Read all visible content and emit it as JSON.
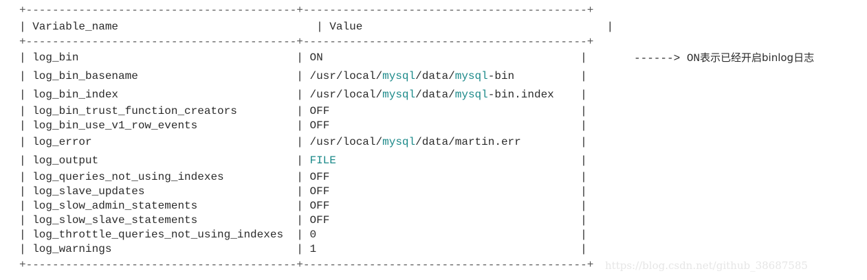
{
  "table": {
    "border_top": "+-----------------------------------------+-------------------------------------------+",
    "border_header": "+-----------------------------------------+-------------------------------------------+",
    "border_bottom": "+-----------------------------------------+-------------------------------------------+",
    "header": {
      "col1": "Variable_name",
      "col2": "Value"
    },
    "rows": [
      {
        "name": "log_bin",
        "value_segments": [
          {
            "t": "ON",
            "hl": false
          }
        ]
      },
      {
        "name": "log_bin_basename",
        "value_segments": [
          {
            "t": "/usr/local/",
            "hl": false
          },
          {
            "t": "mysql",
            "hl": true
          },
          {
            "t": "/data/",
            "hl": false
          },
          {
            "t": "mysql",
            "hl": true
          },
          {
            "t": "-bin",
            "hl": false
          }
        ]
      },
      {
        "name": "log_bin_index",
        "value_segments": [
          {
            "t": "/usr/local/",
            "hl": false
          },
          {
            "t": "mysql",
            "hl": true
          },
          {
            "t": "/data/",
            "hl": false
          },
          {
            "t": "mysql",
            "hl": true
          },
          {
            "t": "-bin.index",
            "hl": false
          }
        ]
      },
      {
        "name": "log_bin_trust_function_creators",
        "value_segments": [
          {
            "t": "OFF",
            "hl": false
          }
        ]
      },
      {
        "name": "log_bin_use_v1_row_events",
        "value_segments": [
          {
            "t": "OFF",
            "hl": false
          }
        ]
      },
      {
        "name": "log_error",
        "value_segments": [
          {
            "t": "/usr/local/",
            "hl": false
          },
          {
            "t": "mysql",
            "hl": true
          },
          {
            "t": "/data/martin.err",
            "hl": false
          }
        ]
      },
      {
        "name": "log_output",
        "value_segments": [
          {
            "t": "FILE",
            "hl": true
          }
        ]
      },
      {
        "name": "log_queries_not_using_indexes",
        "value_segments": [
          {
            "t": "OFF",
            "hl": false
          }
        ]
      },
      {
        "name": "log_slave_updates",
        "value_segments": [
          {
            "t": "OFF",
            "hl": false
          }
        ]
      },
      {
        "name": "log_slow_admin_statements",
        "value_segments": [
          {
            "t": "OFF",
            "hl": false
          }
        ]
      },
      {
        "name": "log_slow_slave_statements",
        "value_segments": [
          {
            "t": "OFF",
            "hl": false
          }
        ]
      },
      {
        "name": "log_throttle_queries_not_using_indexes",
        "value_segments": [
          {
            "t": "0",
            "hl": false
          }
        ]
      },
      {
        "name": "log_warnings",
        "value_segments": [
          {
            "t": "1",
            "hl": false
          }
        ]
      }
    ]
  },
  "annotation": {
    "arrow": "------> ON",
    "text": "表示已经开启binlog日志"
  },
  "watermark": "https://blog.csdn.net/github_38687585",
  "colors": {
    "highlight": "#1d8a8a",
    "text": "#2b2b2b",
    "watermark": "#e6e6e6"
  }
}
